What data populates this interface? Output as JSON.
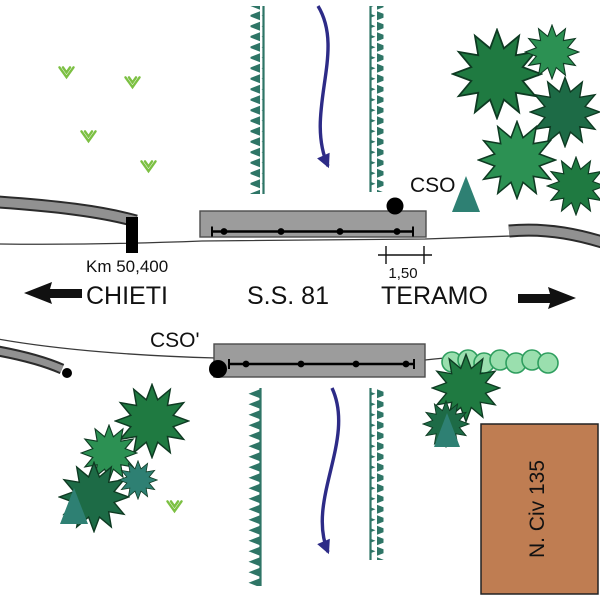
{
  "plan": {
    "km_marker_label": "Km 50,400",
    "cso_upper_label": "CSO",
    "cso_lower_label": "CSO'",
    "dimension_label": "1,50",
    "direction_left_label": "CHIETI",
    "road_name_label": "S.S. 81",
    "direction_right_label": "TERAMO",
    "building_label": "N. Civ 135"
  },
  "colors": {
    "flow_arrow": "#2d2b87",
    "bank_hachure": "#2e7566",
    "road_fill": "#9c9c9c",
    "band_gray": "#919191",
    "tree_dark_green": "#1d6b46",
    "tree_green": "#1f7a41",
    "tree_light_green": "#2c9153",
    "tree_teal": "#2e8073",
    "hedge_fill": "#9adfae",
    "hedge_stroke": "#2f9e5f",
    "grass_green": "#7cc043",
    "building_fill": "#bf7d52",
    "ink": "#111111"
  }
}
